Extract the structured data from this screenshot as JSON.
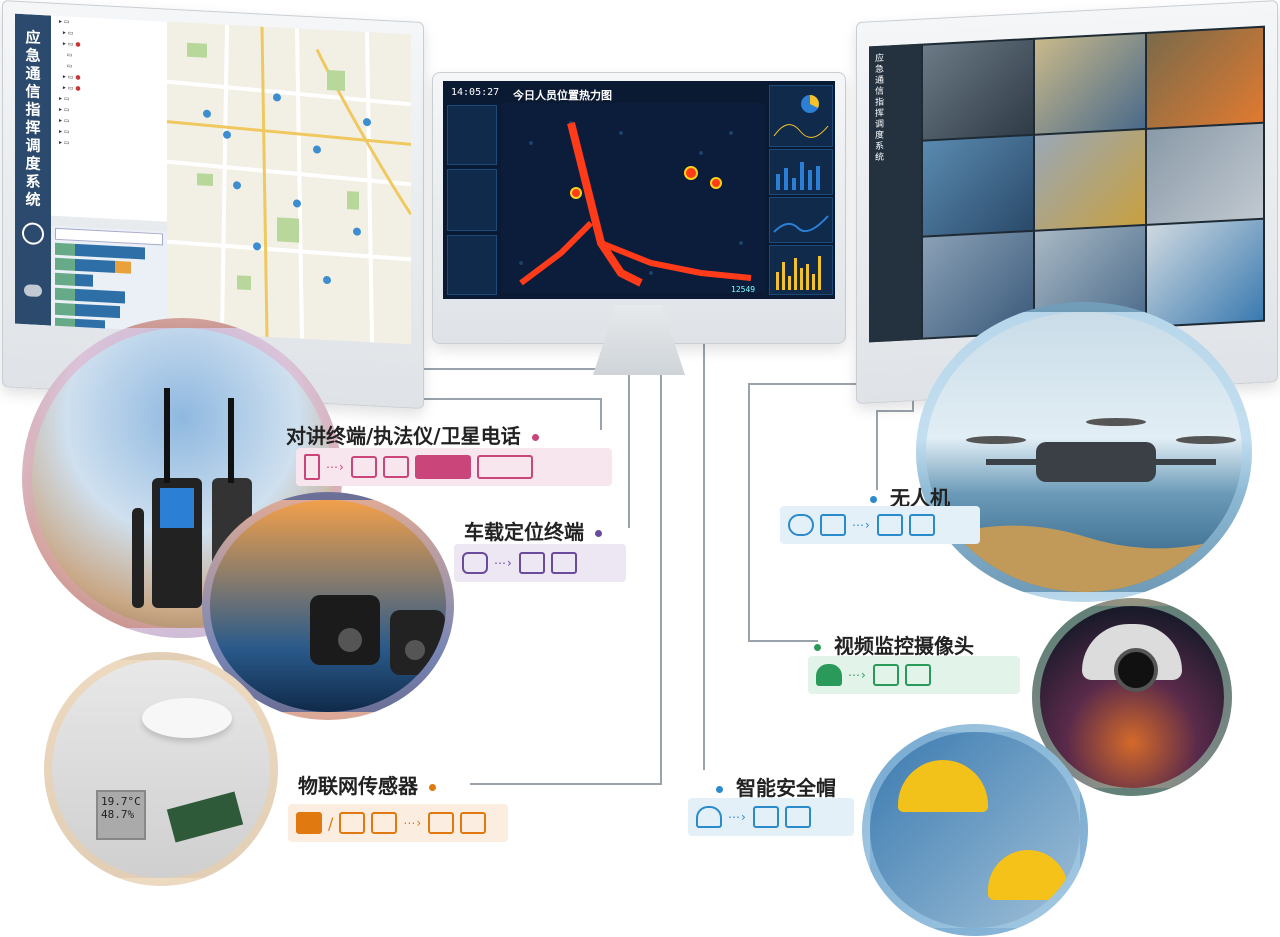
{
  "left_screen": {
    "system_title": "应急通信指挥调度系统",
    "tree_items": [
      "",
      "",
      "",
      "",
      "",
      "",
      "",
      "",
      "",
      "",
      "",
      "",
      ""
    ],
    "stat_labels": [
      "",
      "",
      "",
      "",
      "",
      ""
    ],
    "search_placeholder": ""
  },
  "center_screen": {
    "time": "14:05:27",
    "title": "今日人员位置热力图",
    "counter": "12549"
  },
  "right_screen": {
    "system_title": "应急通信指挥调度系统"
  },
  "devices": [
    {
      "label": "对讲终端/执法仪/卫星电话",
      "dot_color": "#c9457a"
    },
    {
      "label": "车载定位终端",
      "dot_color": "#6a4a9a"
    },
    {
      "label": "物联网传感器",
      "dot_color": "#e07a10"
    },
    {
      "label": "无人机",
      "dot_color": "#2a8acb"
    },
    {
      "label": "视频监控摄像头",
      "dot_color": "#2a9a5a"
    },
    {
      "label": "智能安全帽",
      "dot_color": "#2a8acb"
    }
  ],
  "sensor_display": [
    "19.7°C",
    "48.7%"
  ]
}
